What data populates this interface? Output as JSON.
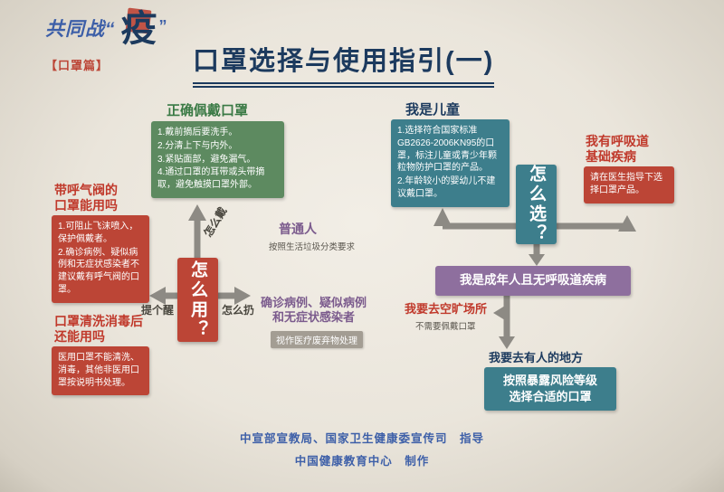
{
  "logo": {
    "prefix": "共同战“",
    "char": "疫",
    "close": "”",
    "badge": "【口罩篇】"
  },
  "title": "口罩选择与使用指引(一)",
  "hubs": {
    "how_use": "怎么用？",
    "how_choose": "怎么选？"
  },
  "arrow_labels": {
    "wear": "怎么戴",
    "remind": "提个醒",
    "discard": "怎么扔"
  },
  "wear_guide": {
    "heading": "正确佩戴口罩",
    "items": [
      "1.戴前摘后要洗手。",
      "2.分清上下与内外。",
      "3.紧贴面部，避免漏气。",
      "4.通过口罩的耳带或头带摘取，避免触摸口罩外部。"
    ]
  },
  "valve": {
    "heading": "带呼气阀的\n口罩能用吗",
    "items": [
      "1.可阻止飞沫喷入，保护佩戴者。",
      "2.确诊病例、疑似病例和无症状感染者不建议戴有呼气阀的口罩。"
    ]
  },
  "wash": {
    "heading": "口罩清洗消毒后\n还能用吗",
    "body": "医用口罩不能清洗、消毒，其他非医用口罩按说明书处理。"
  },
  "ordinary": {
    "heading": "普通人",
    "note": "按照生活垃圾分类要求"
  },
  "confirmed": {
    "heading": "确诊病例、疑似病例\n和无症状感染者",
    "note": "视作医疗废弃物处理"
  },
  "child": {
    "heading": "我是儿童",
    "items": [
      "1.选择符合国家标准GB2626-2006KN95的口罩，标注儿童或青少年颗粒物防护口罩的产品。",
      "2.年龄较小的婴幼儿不建议戴口罩。"
    ]
  },
  "respiratory": {
    "heading": "我有呼吸道\n基础疾病",
    "body": "请在医生指导下选择口罩产品。"
  },
  "adult": {
    "label": "我是成年人且无呼吸道疾病"
  },
  "open_area": {
    "heading": "我要去空旷场所",
    "note": "不需要佩戴口罩"
  },
  "crowded": {
    "heading": "我要去有人的地方",
    "body": "按照暴露风险等级\n选择合适的口罩"
  },
  "footer": {
    "line1": "中宣部宣教局、国家卫生健康委宣传司　指导",
    "line2": "中国健康教育中心　制作"
  },
  "colors": {
    "red": "#bc4536",
    "red_heading": "#c0392b",
    "green": "#5d8a60",
    "green_heading": "#3a7a45",
    "teal": "#3d7e8c",
    "purple": "#8e6f9e",
    "purple_heading": "#7b5b8d",
    "navy": "#1c3a5e",
    "blue": "#3d5fa8",
    "chip": "#a39d93",
    "arrow": "#8d8a84"
  }
}
